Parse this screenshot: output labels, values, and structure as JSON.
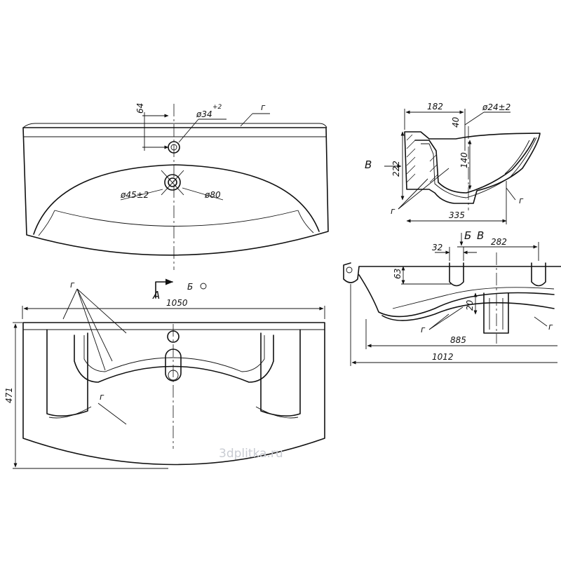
{
  "labels": {
    "g": "г",
    "dim_64": "64",
    "dim_d34": "ø34",
    "dim_d34_tol": "+2",
    "dim_d45": "ø45±2",
    "dim_d80": "ø80",
    "section_a": "А",
    "section_b": "Б",
    "section_v": "В",
    "dim_1050": "1050",
    "dim_471": "471",
    "dim_182": "182",
    "dim_d24": "ø24±2",
    "dim_40": "40",
    "dim_222": "222",
    "dim_140": "140",
    "dim_335": "335",
    "dim_32": "32",
    "dim_282": "282",
    "dim_63": "63",
    "dim_20": "20",
    "dim_885": "885",
    "dim_1012": "1012"
  },
  "watermark": "3dplitka.ru"
}
